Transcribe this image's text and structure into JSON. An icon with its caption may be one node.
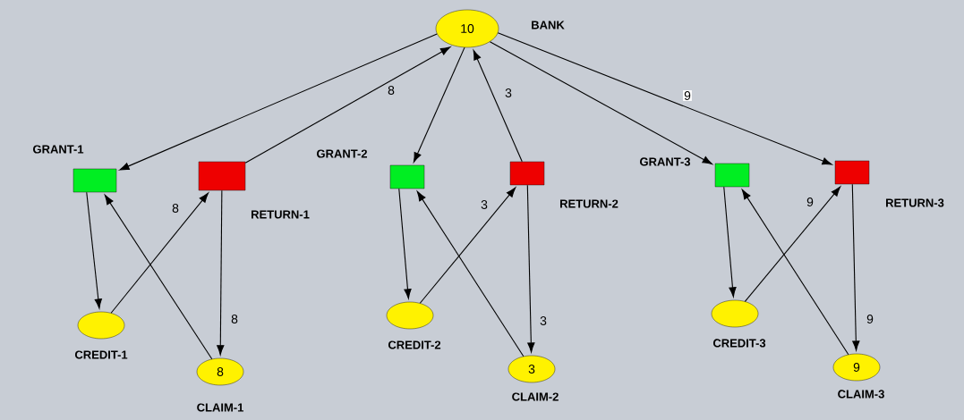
{
  "diagram": {
    "nodes": [
      {
        "text": [
          "10",
          "BANK"
        ]
      },
      {
        "text": [
          "GRANT-1"
        ]
      },
      {
        "text": [
          "RETURN-1"
        ]
      },
      {
        "text": [
          "CREDIT-1"
        ]
      },
      {
        "text": [
          "8",
          "CLAIM-1"
        ]
      },
      {
        "text": [
          "GRANT-2"
        ]
      },
      {
        "text": [
          "RETURN-2"
        ]
      },
      {
        "text": [
          "CREDIT-2"
        ]
      },
      {
        "text": [
          "3",
          "CLAIM-2"
        ]
      },
      {
        "text": [
          "GRANT-3"
        ]
      },
      {
        "text": [
          "RETURN-3"
        ]
      },
      {
        "text": [
          "CREDIT-3"
        ]
      },
      {
        "text": [
          "9",
          "CLAIM-3"
        ]
      }
    ],
    "edges": [
      {
        "from": 0,
        "to": 1,
        "arrow": "to"
      },
      {
        "from": 2,
        "to": 0,
        "arrow": "to",
        "label": "8"
      },
      {
        "from": 1,
        "to": 3,
        "arrow": "to"
      },
      {
        "from": 3,
        "to": 2,
        "arrow": "to",
        "label": "8"
      },
      {
        "from": 2,
        "to": 4,
        "arrow": "to",
        "label": "8"
      },
      {
        "from": 4,
        "to": 1,
        "arrow": "to"
      },
      {
        "from": 0,
        "to": 5,
        "arrow": "to"
      },
      {
        "from": 6,
        "to": 0,
        "arrow": "to",
        "label": "3"
      },
      {
        "from": 5,
        "to": 7,
        "arrow": "to"
      },
      {
        "from": 7,
        "to": 6,
        "arrow": "to",
        "label": "3"
      },
      {
        "from": 6,
        "to": 8,
        "arrow": "to",
        "label": "3"
      },
      {
        "from": 8,
        "to": 5,
        "arrow": "to"
      },
      {
        "from": 0,
        "to": 9,
        "arrow": "to"
      },
      {
        "from": 0,
        "to": 10,
        "arrow": "to",
        "label": "9"
      },
      {
        "from": 9,
        "to": 11,
        "arrow": "to"
      },
      {
        "from": 11,
        "to": 10,
        "arrow": "to",
        "label": "9"
      },
      {
        "from": 10,
        "to": 12,
        "arrow": "to",
        "label": "9"
      },
      {
        "from": 12,
        "to": 9,
        "arrow": "to"
      }
    ]
  }
}
